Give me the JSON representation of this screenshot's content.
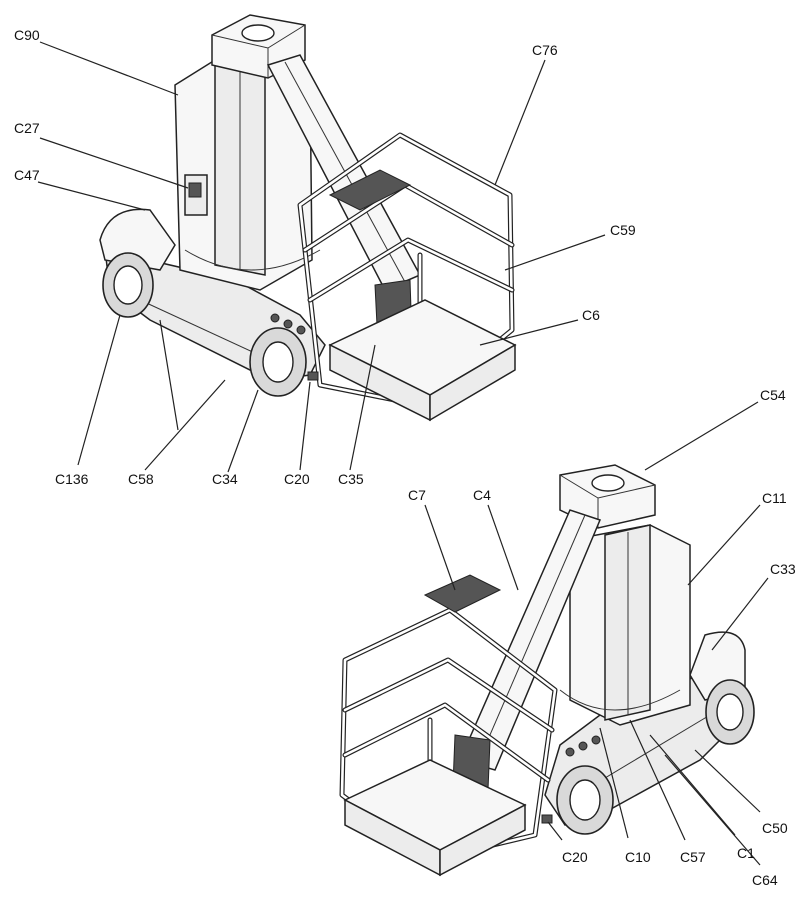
{
  "callouts": {
    "top": [
      "C90",
      "C27",
      "C47",
      "C76",
      "C59",
      "C6",
      "C136",
      "C58",
      "C34",
      "C20",
      "C35"
    ],
    "bottom": [
      "C54",
      "C7",
      "C4",
      "C11",
      "C33",
      "C50",
      "C20",
      "C10",
      "C57",
      "C1",
      "C64"
    ]
  },
  "colors": {
    "line": "#222222",
    "fill": "#f7f7f7",
    "accent": "#555555"
  }
}
